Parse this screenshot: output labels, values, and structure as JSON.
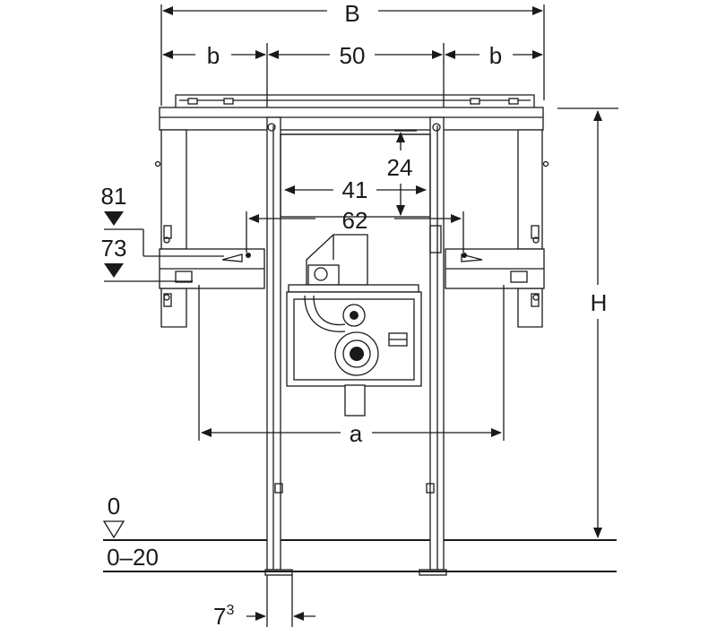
{
  "labels": {
    "B": "B",
    "b_left": "b",
    "center_width": "50",
    "b_right": "b",
    "d24": "24",
    "d41": "41",
    "d62": "62",
    "d81": "81",
    "d73": "73",
    "H": "H",
    "a": "a",
    "zero": "0",
    "range": "0–20",
    "seven": "7",
    "seven_sup": "3"
  }
}
